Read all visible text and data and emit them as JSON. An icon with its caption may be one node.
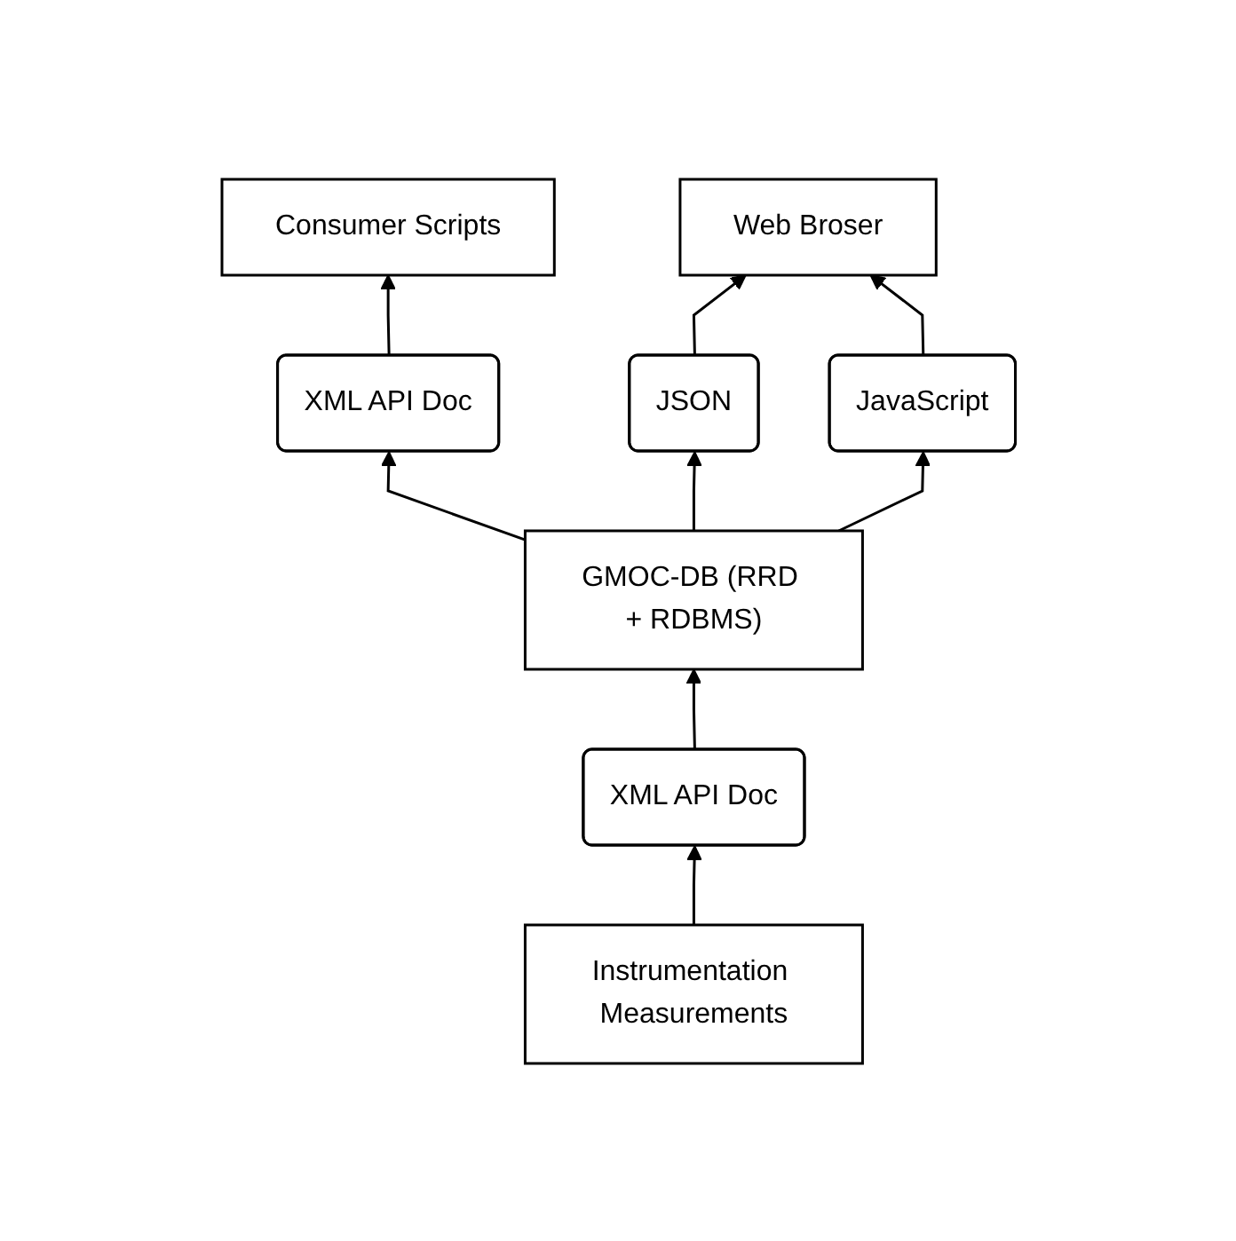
{
  "diagram": {
    "nodes": [
      {
        "text": [
          "Consumer Scripts"
        ]
      },
      {
        "text": [
          "Web Broser"
        ]
      },
      {
        "text": [
          "XML API Doc"
        ]
      },
      {
        "text": [
          "JSON"
        ]
      },
      {
        "text": [
          "JavaScript"
        ]
      },
      {
        "text": [
          "GMOC-DB (RRD + RDBMS)"
        ]
      },
      {
        "text": [
          "XML API Doc"
        ]
      },
      {
        "text": [
          "Instrumentation Measurements"
        ]
      }
    ],
    "edges": [
      {
        "from": 7,
        "to": 6,
        "arrow": "to"
      },
      {
        "from": 6,
        "to": 5,
        "arrow": "to"
      },
      {
        "from": 5,
        "to": 2,
        "arrow": "to"
      },
      {
        "from": 5,
        "to": 3,
        "arrow": "to"
      },
      {
        "from": 5,
        "to": 4,
        "arrow": "to"
      },
      {
        "from": 2,
        "to": 0,
        "arrow": "to"
      },
      {
        "from": 3,
        "to": 1,
        "arrow": "to"
      },
      {
        "from": 4,
        "to": 1,
        "arrow": "to"
      }
    ]
  }
}
